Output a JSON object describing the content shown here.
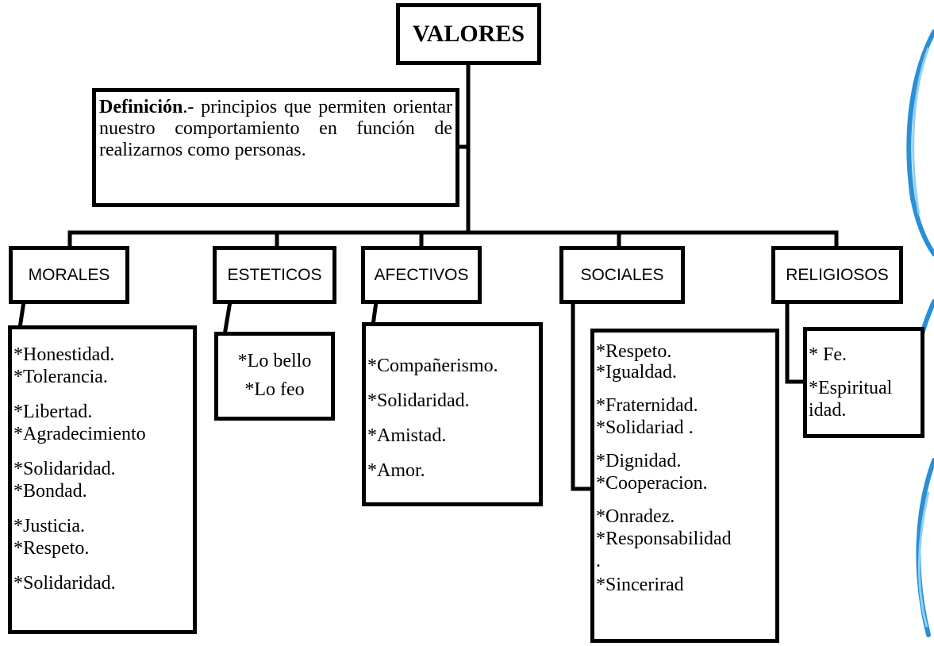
{
  "title": "VALORES",
  "definition": {
    "term": "Definición",
    "separator": ".-",
    "text": " principios que permiten orientar nuestro comportamiento en función de realizarnos como personas."
  },
  "categories": [
    {
      "label": "MORALES",
      "items": [
        "*Honestidad.",
        "*Tolerancia.",
        "*Libertad.",
        "*Agradecimiento",
        "*Solidaridad.",
        "*Bondad.",
        "*Justicia.",
        "*Respeto.",
        "*Solidaridad."
      ]
    },
    {
      "label": "ESTETICOS",
      "items": [
        "*Lo bello",
        "*Lo feo"
      ]
    },
    {
      "label": "AFECTIVOS",
      "items": [
        "*Compañerismo.",
        "*Solidaridad.",
        "*Amistad.",
        "*Amor."
      ]
    },
    {
      "label": "SOCIALES",
      "items": [
        "*Respeto.",
        "*Igualdad.",
        "*Fraternidad.",
        "*Solidariad .",
        "*Dignidad.",
        "*Cooperacion.",
        "*Onradez.",
        "*Responsabilidad",
        ".",
        "*Sincerirad"
      ]
    },
    {
      "label": "RELIGIOSOS",
      "items": [
        "* Fe.",
        "*Espiritual",
        "idad."
      ]
    }
  ],
  "colors": {
    "line": "#000000",
    "decoration": "#2b8fd6"
  }
}
